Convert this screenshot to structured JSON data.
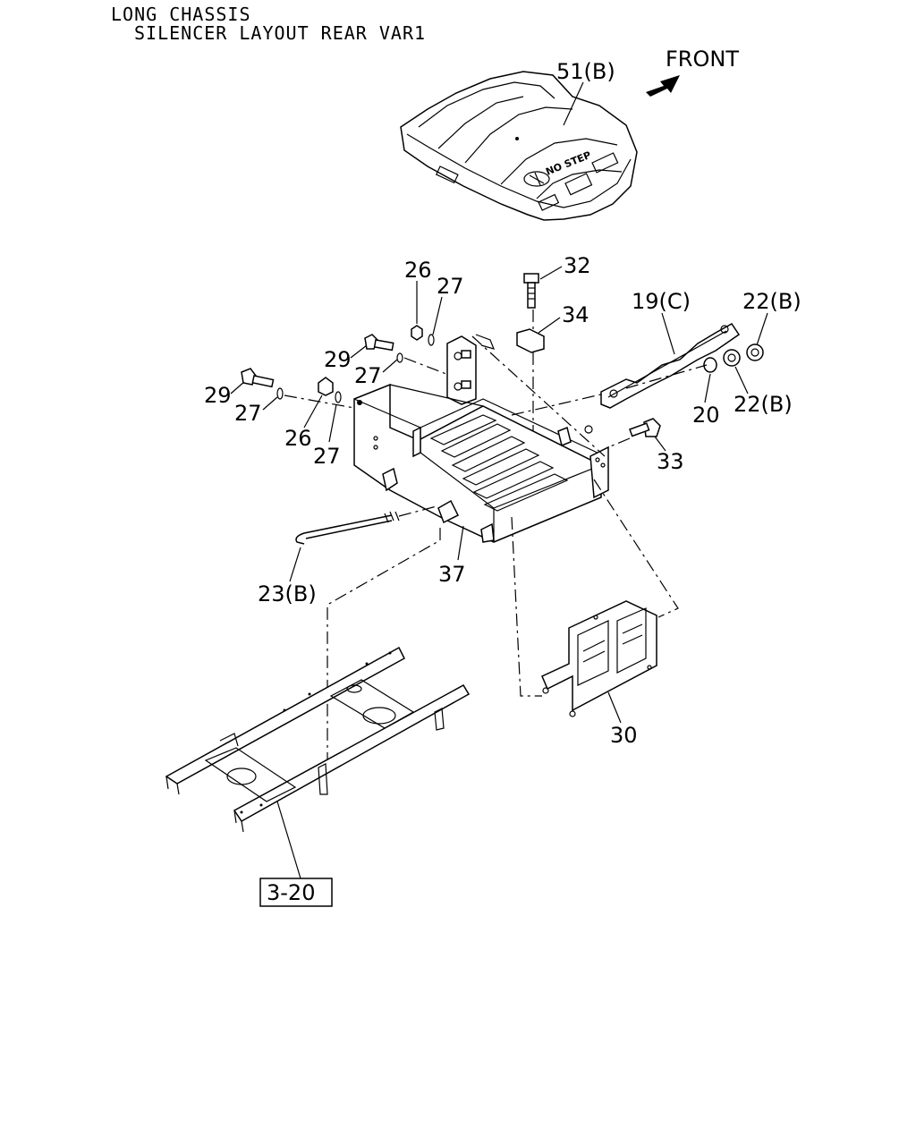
{
  "header": {
    "line1": "LONG CHASSIS",
    "line2": "SILENCER LAYOUT REAR VAR1"
  },
  "direction": {
    "label": "FRONT",
    "icon": "arrow-icon"
  },
  "callouts": {
    "c51": "51(B)",
    "c32": "32",
    "c34": "34",
    "c26a": "26",
    "c27a": "27",
    "c29a": "29",
    "c27b": "27",
    "c29b": "29",
    "c27c": "27",
    "c26b": "26",
    "c27d": "27",
    "c19": "19(C)",
    "c22a": "22(B)",
    "c22b": "22(B)",
    "c20": "20",
    "c33": "33",
    "c23": "23(B)",
    "c37": "37",
    "c30": "30",
    "ref": "3-20"
  },
  "cover_text": "NO STEP"
}
